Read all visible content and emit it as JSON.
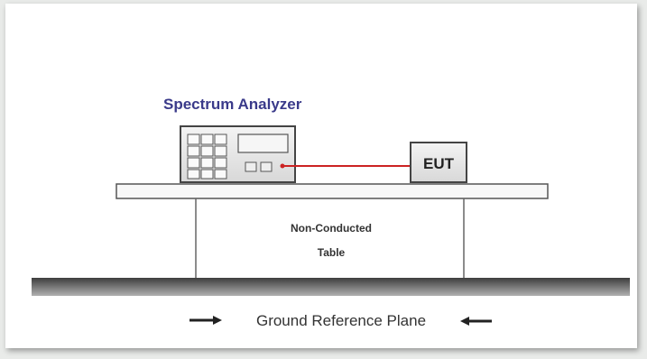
{
  "diagram": {
    "analyzer_label": "Spectrum Analyzer",
    "eut_label": "EUT",
    "table_label_line1": "Non-Conducted",
    "table_label_line2": "Table",
    "ground_label": "Ground Reference Plane",
    "colors": {
      "cable": "#cc2222",
      "title": "#3a3a8a",
      "ground": "#555555"
    }
  }
}
